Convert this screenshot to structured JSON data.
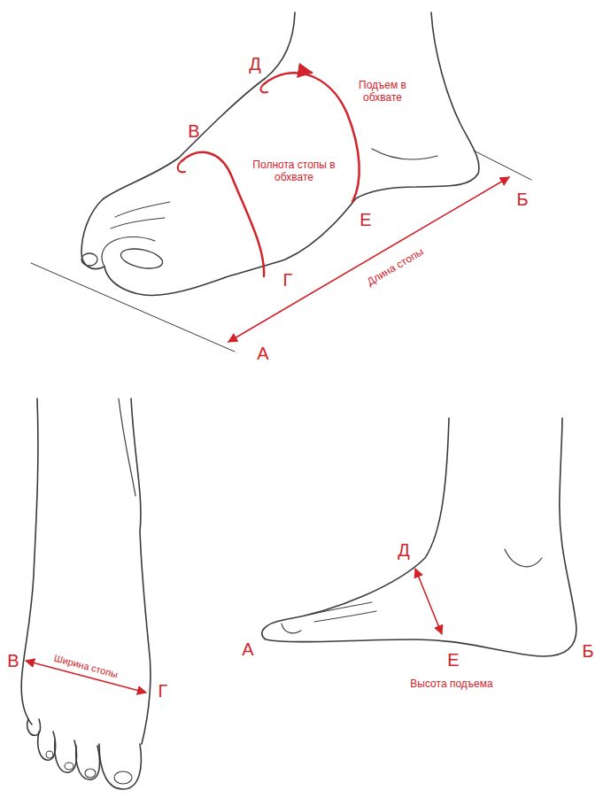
{
  "diagram": {
    "labels": [
      "Д",
      "Подъем в обхвате",
      "В",
      "Полнота стопы в обхвате",
      "Б",
      "Е",
      "Г",
      "Длина стопы",
      "А",
      "В",
      "Ширина стопы",
      "Г",
      "Д",
      "А",
      "Е",
      "Б",
      "Высота подъема"
    ]
  }
}
